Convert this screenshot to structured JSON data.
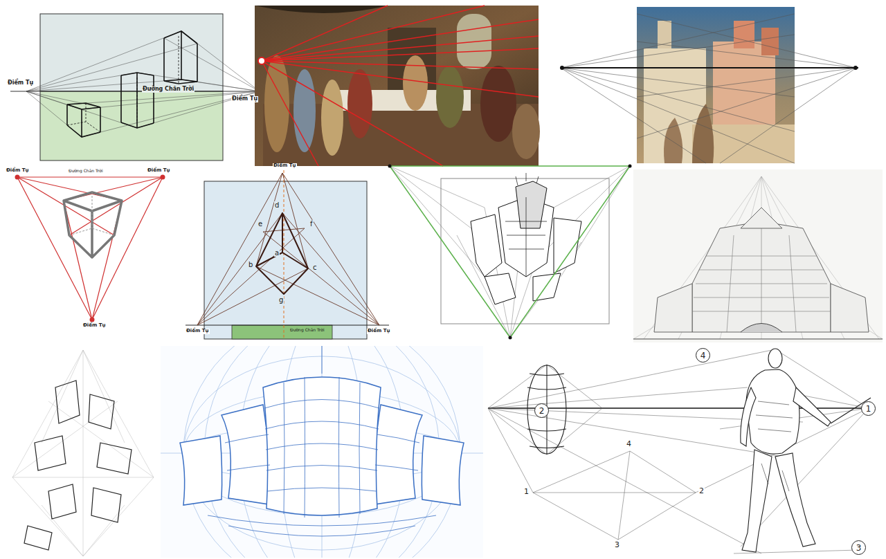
{
  "diagram": {
    "nodes": [
      {
        "text": [
          "4"
        ]
      },
      {
        "text": [
          "2"
        ]
      },
      {
        "text": [
          "1"
        ]
      },
      {
        "text": [
          "3"
        ]
      }
    ],
    "labels": [
      "Điểm Tụ",
      "Đường Chân Trời",
      "Điểm Tụ",
      "Điểm Tụ",
      "Đường Chân Trời",
      "Điểm Tụ",
      "Điểm Tụ",
      "d",
      "e",
      "f",
      "a",
      "b",
      "c",
      "g",
      "Đường Chân Trời",
      "Điểm Tụ",
      "Điểm Tụ",
      "Điểm Tụ",
      "4",
      "1",
      "2",
      "3"
    ]
  }
}
